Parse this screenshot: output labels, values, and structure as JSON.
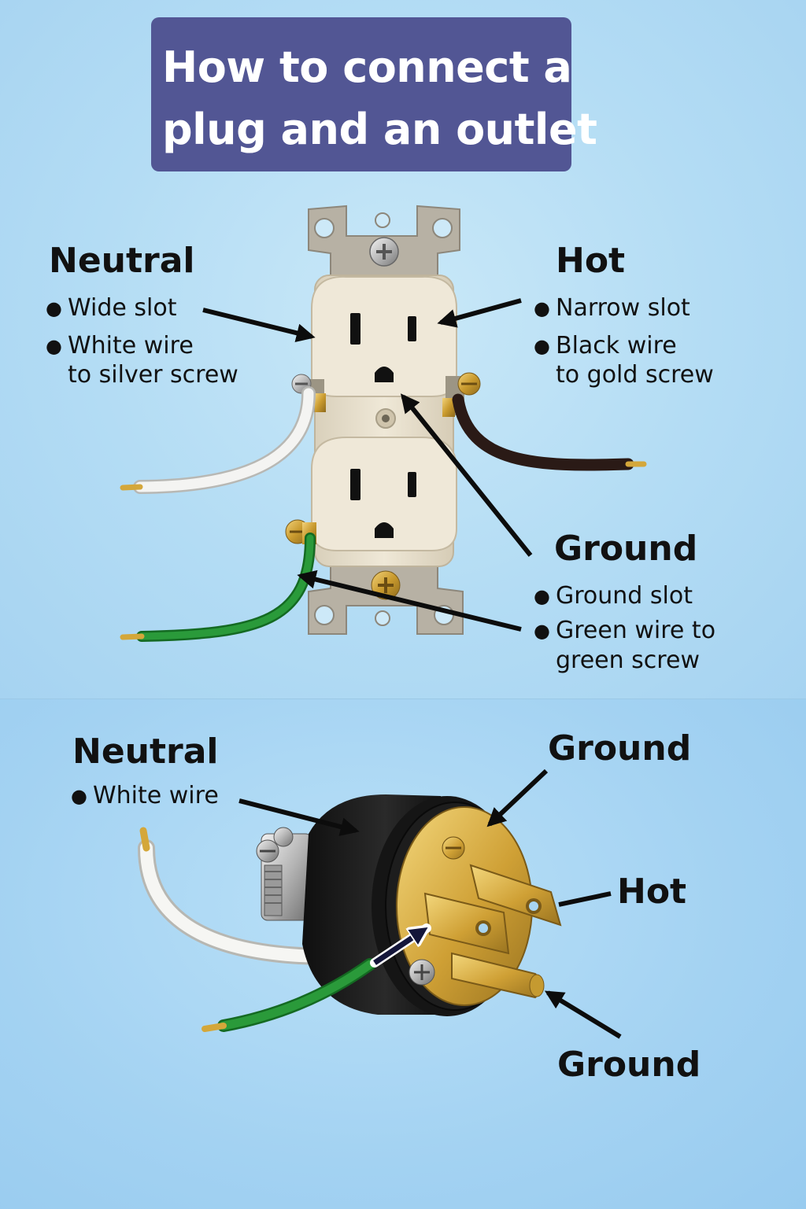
{
  "title": {
    "line1": "How to connect a",
    "line2": "plug and an outlet",
    "background": "#525694"
  },
  "outlet": {
    "neutral": {
      "heading": "Neutral",
      "bullet1": "Wide slot",
      "bullet2_line1": "White wire",
      "bullet2_line2": "to silver screw"
    },
    "hot": {
      "heading": "Hot",
      "bullet1": "Narrow slot",
      "bullet2_line1": "Black wire",
      "bullet2_line2": "to gold screw"
    },
    "ground": {
      "heading": "Ground",
      "bullet1": "Ground slot",
      "bullet2_line1": "Green wire to",
      "bullet2_line2": "green screw"
    }
  },
  "plug": {
    "neutral": {
      "heading": "Neutral",
      "bullet1": "White wire"
    },
    "ground_top": {
      "heading": "Ground"
    },
    "hot": {
      "heading": "Hot"
    },
    "ground_bottom": {
      "heading": "Ground"
    }
  },
  "colors": {
    "hot_wire": "#2a1a16",
    "neutral_wire": "#f4f4f2",
    "ground_wire": "#1f8a2e",
    "brass": "#d4a73a",
    "outlet_body": "#ebe3d0",
    "plug_body": "#1e1e1e"
  }
}
